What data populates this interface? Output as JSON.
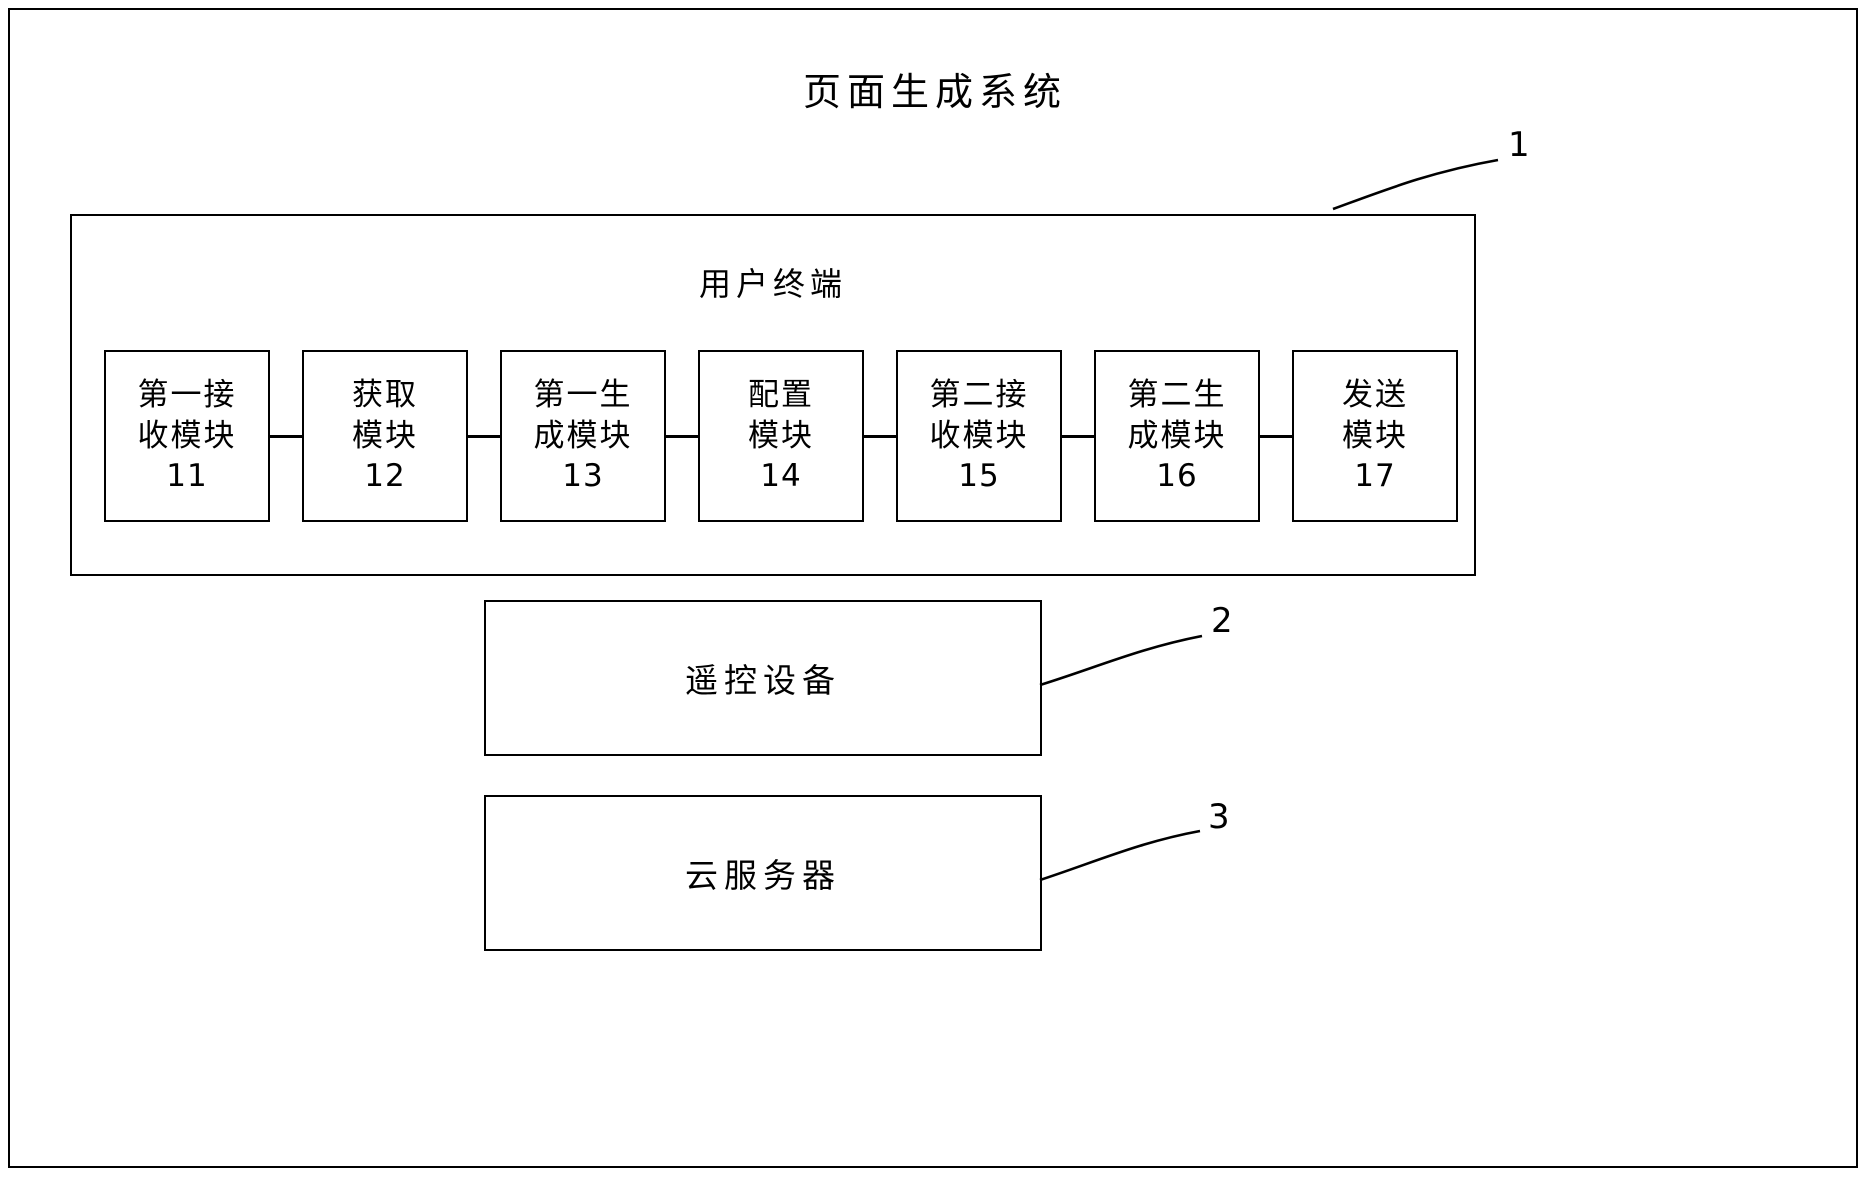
{
  "figure": {
    "title": "页面生成系统",
    "line_color": "#000000",
    "background_color": "#ffffff"
  },
  "user_terminal": {
    "label": "用户终端",
    "ref": "1",
    "modules": [
      {
        "name_line1": "第一接",
        "name_line2": "收模块",
        "number": "11"
      },
      {
        "name_line1": "获取",
        "name_line2": "模块",
        "number": "12"
      },
      {
        "name_line1": "第一生",
        "name_line2": "成模块",
        "number": "13"
      },
      {
        "name_line1": "配置",
        "name_line2": "模块",
        "number": "14"
      },
      {
        "name_line1": "第二接",
        "name_line2": "收模块",
        "number": "15"
      },
      {
        "name_line1": "第二生",
        "name_line2": "成模块",
        "number": "16"
      },
      {
        "name_line1": "发送",
        "name_line2": "模块",
        "number": "17"
      }
    ]
  },
  "remote_device": {
    "label": "遥控设备",
    "ref": "2"
  },
  "cloud_server": {
    "label": "云服务器",
    "ref": "3"
  }
}
